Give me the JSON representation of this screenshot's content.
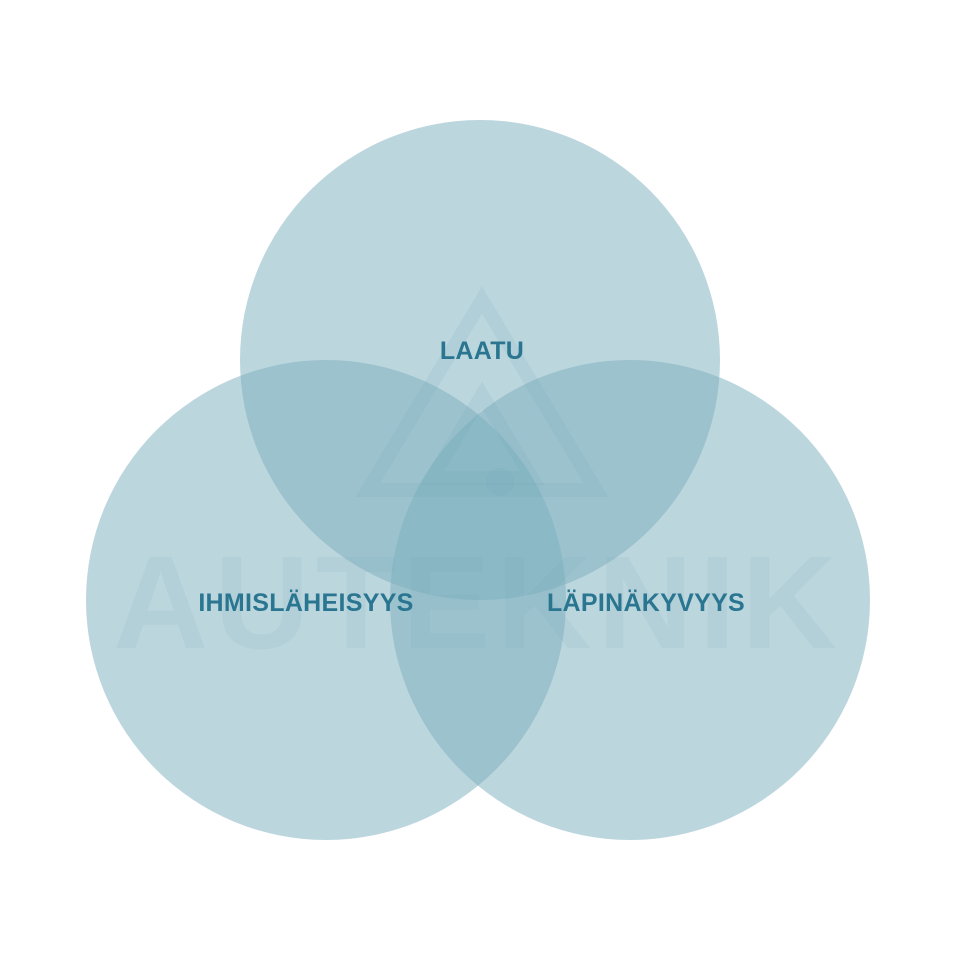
{
  "diagram": {
    "type": "venn-3",
    "fill_color": "#7fb1bf",
    "label_color": "#2a7691",
    "sets": [
      {
        "id": "top",
        "label": "LAATU"
      },
      {
        "id": "left",
        "label": "IHMISLÄHEISYYS"
      },
      {
        "id": "right",
        "label": "LÄPINÄKYVYYS"
      }
    ]
  },
  "watermark": {
    "text": "AUTEKNIK",
    "icon": "auteknik-logo-icon"
  }
}
